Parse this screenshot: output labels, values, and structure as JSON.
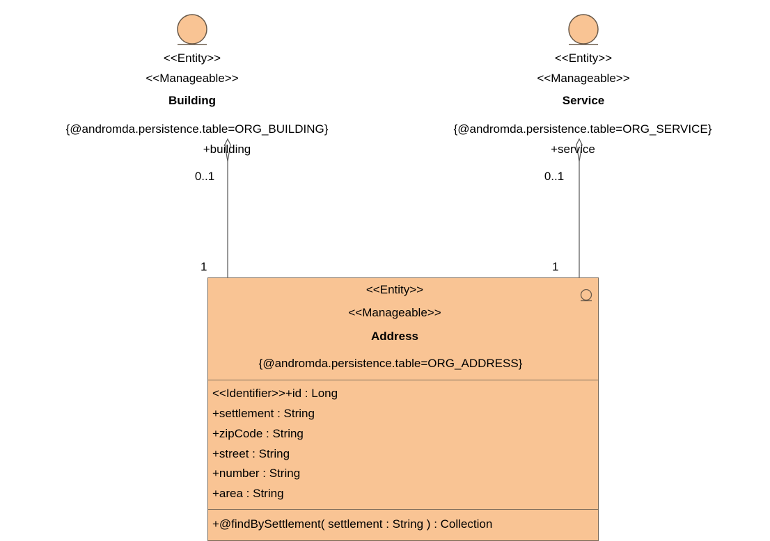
{
  "building": {
    "stereotype_entity": "<<Entity>>",
    "stereotype_manageable": "<<Manageable>>",
    "name": "Building",
    "tagged_value": "{@andromda.persistence.table=ORG_BUILDING}",
    "role": "+building",
    "multiplicity": "0..1"
  },
  "service": {
    "stereotype_entity": "<<Entity>>",
    "stereotype_manageable": "<<Manageable>>",
    "name": "Service",
    "tagged_value": "{@andromda.persistence.table=ORG_SERVICE}",
    "role": "+service",
    "multiplicity": "0..1"
  },
  "address": {
    "stereotype_entity": "<<Entity>>",
    "stereotype_manageable": "<<Manageable>>",
    "name": "Address",
    "tagged_value": "{@andromda.persistence.table=ORG_ADDRESS}",
    "multiplicity_building": "1",
    "multiplicity_service": "1",
    "attributes": [
      "<<Identifier>>+id : Long",
      "+settlement : String",
      "+zipCode : String",
      "+street : String",
      "+number : String",
      "+area : String"
    ],
    "operations": [
      "+@findBySettlement( settlement : String ) : Collection"
    ]
  },
  "colors": {
    "entity_fill": "#f9c494",
    "outline": "#7a6a5a"
  }
}
